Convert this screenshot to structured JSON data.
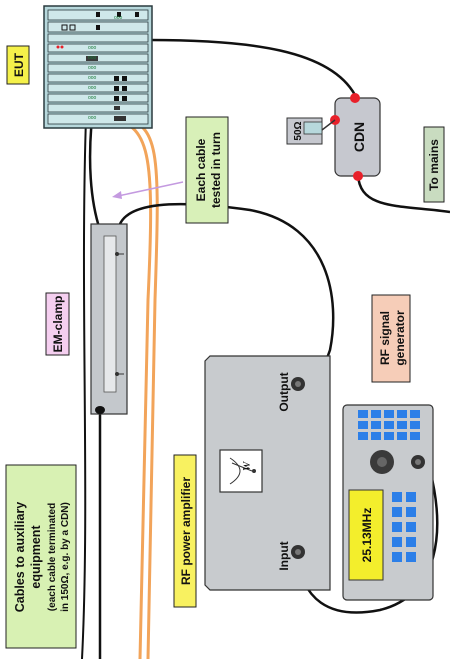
{
  "labels": {
    "eut": "EUT",
    "cdn": "CDN",
    "resistor": "50Ω",
    "mains": "To mains",
    "each_cable": [
      "Each cable",
      "tested in turn"
    ],
    "em_clamp": "EM-clamp",
    "rf_generator": [
      "RF signal",
      "generator"
    ],
    "output": "Output",
    "input": "Input",
    "rf_amp": "RF power amplifier",
    "frequency": "25.13MHz",
    "cables_aux": [
      "Cables to auxiliary",
      "equipment",
      "(each cable terminated",
      "in 150Ω, e.g. by a CDN)"
    ]
  },
  "colors": {
    "eut_bg": "#f5f14a",
    "eut_rack": "#b7d8dc",
    "cdn_body": "#c6c8cf",
    "connector_red": "#e8202a",
    "mains_bg": "#c9dcc0",
    "each_cable_bg": "#d8f0b8",
    "em_clamp_bg": "#f5cff0",
    "rf_gen_bg": "#f6cdb8",
    "panel_grey": "#c8cbce",
    "screen_yellow": "#f3ee2c",
    "key_blue": "#2c7fe8",
    "rf_amp_bg": "#f8f160",
    "cables_aux_bg": "#d8f1b3",
    "orange_cable": "#f2a45a",
    "arrow_violet": "#c49ae0"
  },
  "icons": [
    "meter-icon",
    "knob-icon",
    "keypad-icon",
    "bnc-connector-icon"
  ]
}
